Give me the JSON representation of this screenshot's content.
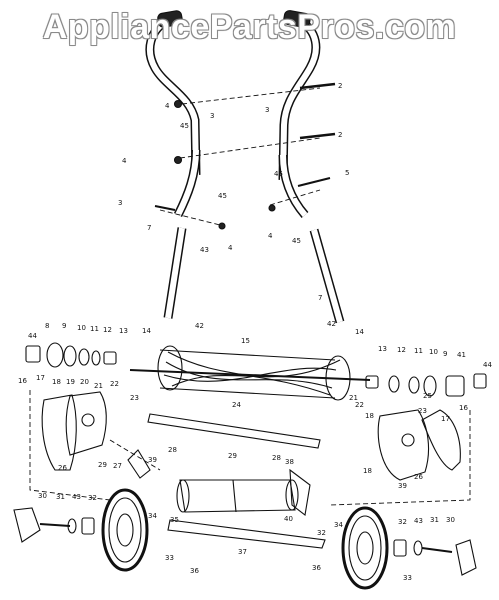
{
  "watermark": "AppliancePartsPros.com",
  "callouts": [
    {
      "key": "c2a",
      "text": "2"
    },
    {
      "key": "c2b",
      "text": "2"
    },
    {
      "key": "c3a",
      "text": "3"
    },
    {
      "key": "c3b",
      "text": "3"
    },
    {
      "key": "c3c",
      "text": "3"
    },
    {
      "key": "c4a",
      "text": "4"
    },
    {
      "key": "c4b",
      "text": "4"
    },
    {
      "key": "c4c",
      "text": "4"
    },
    {
      "key": "c4d",
      "text": "4"
    },
    {
      "key": "c45a",
      "text": "45"
    },
    {
      "key": "c45b",
      "text": "45"
    },
    {
      "key": "c45c",
      "text": "45"
    },
    {
      "key": "c45d",
      "text": "45"
    },
    {
      "key": "c43",
      "text": "43"
    },
    {
      "key": "c5",
      "text": "5"
    },
    {
      "key": "c7a",
      "text": "7"
    },
    {
      "key": "c7b",
      "text": "7"
    },
    {
      "key": "c42a",
      "text": "42"
    },
    {
      "key": "c42b",
      "text": "42"
    },
    {
      "key": "c44a",
      "text": "44"
    },
    {
      "key": "c8",
      "text": "8"
    },
    {
      "key": "c9a",
      "text": "9"
    },
    {
      "key": "c10a",
      "text": "10"
    },
    {
      "key": "c11a",
      "text": "11"
    },
    {
      "key": "c12a",
      "text": "12"
    },
    {
      "key": "c13a",
      "text": "13"
    },
    {
      "key": "c14a",
      "text": "14"
    },
    {
      "key": "c15",
      "text": "15"
    },
    {
      "key": "c14b",
      "text": "14"
    },
    {
      "key": "c13b",
      "text": "13"
    },
    {
      "key": "c12b",
      "text": "12"
    },
    {
      "key": "c11b",
      "text": "11"
    },
    {
      "key": "c10b",
      "text": "10"
    },
    {
      "key": "c9b",
      "text": "9"
    },
    {
      "key": "c41",
      "text": "41"
    },
    {
      "key": "c44b",
      "text": "44"
    },
    {
      "key": "c16a",
      "text": "16"
    },
    {
      "key": "c17a",
      "text": "17"
    },
    {
      "key": "c18a",
      "text": "18"
    },
    {
      "key": "c19",
      "text": "19"
    },
    {
      "key": "c20",
      "text": "20"
    },
    {
      "key": "c21a",
      "text": "21"
    },
    {
      "key": "c22a",
      "text": "22"
    },
    {
      "key": "c23a",
      "text": "23"
    },
    {
      "key": "c24",
      "text": "24"
    },
    {
      "key": "c25",
      "text": "25"
    },
    {
      "key": "c21b",
      "text": "21"
    },
    {
      "key": "c22b",
      "text": "22"
    },
    {
      "key": "c23b",
      "text": "23"
    },
    {
      "key": "c16b",
      "text": "16"
    },
    {
      "key": "c17b",
      "text": "17"
    },
    {
      "key": "c18b",
      "text": "18"
    },
    {
      "key": "c18c",
      "text": "18"
    },
    {
      "key": "c26a",
      "text": "26"
    },
    {
      "key": "c26b",
      "text": "26"
    },
    {
      "key": "c27",
      "text": "27"
    },
    {
      "key": "c28a",
      "text": "28"
    },
    {
      "key": "c29a",
      "text": "29"
    },
    {
      "key": "c39a",
      "text": "39"
    },
    {
      "key": "c29b",
      "text": "29"
    },
    {
      "key": "c28b",
      "text": "28"
    },
    {
      "key": "c38",
      "text": "38"
    },
    {
      "key": "c39b",
      "text": "39"
    },
    {
      "key": "c40",
      "text": "40"
    },
    {
      "key": "c30a",
      "text": "30"
    },
    {
      "key": "c31a",
      "text": "31"
    },
    {
      "key": "c43a",
      "text": "43"
    },
    {
      "key": "c32a",
      "text": "32"
    },
    {
      "key": "c34a",
      "text": "34"
    },
    {
      "key": "c35",
      "text": "35"
    },
    {
      "key": "c33a",
      "text": "33"
    },
    {
      "key": "c36a",
      "text": "36"
    },
    {
      "key": "c37",
      "text": "37"
    },
    {
      "key": "c32b",
      "text": "32"
    },
    {
      "key": "c34b",
      "text": "34"
    },
    {
      "key": "c32c",
      "text": "32"
    },
    {
      "key": "c43b",
      "text": "43"
    },
    {
      "key": "c31b",
      "text": "31"
    },
    {
      "key": "c30b",
      "text": "30"
    },
    {
      "key": "c36b",
      "text": "36"
    },
    {
      "key": "c33b",
      "text": "33"
    }
  ]
}
